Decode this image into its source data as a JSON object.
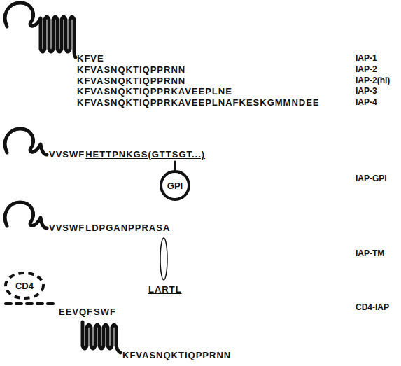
{
  "diagram": {
    "nodes": [
      {
        "text": [
          "GPI"
        ]
      },
      {
        "text": [
          "CD4"
        ]
      }
    ],
    "labels": [
      "KFVE",
      "IAP-1",
      "KFVASNQKTIQPPRNN",
      "IAP-2",
      "KFVASNQKTIQPPRNN",
      "IAP-2(hi)",
      "KFVASNQKTIQPPRKAVEEPLNE",
      "IAP-3",
      "KFVASNQKTIQPPRKAVEEPLNAFKESKGMMNDEE",
      "IAP-4",
      "VVSWF",
      "HETTPNKGS(GTTSGT...)",
      "IAP-GPI",
      "VVSWF",
      "LDPGANPPRASA",
      "IAP-TM",
      "LARTL",
      "EEVQF",
      "SWF",
      "KFVASNQKTIQPPRNN",
      "CD4-IAP"
    ]
  }
}
